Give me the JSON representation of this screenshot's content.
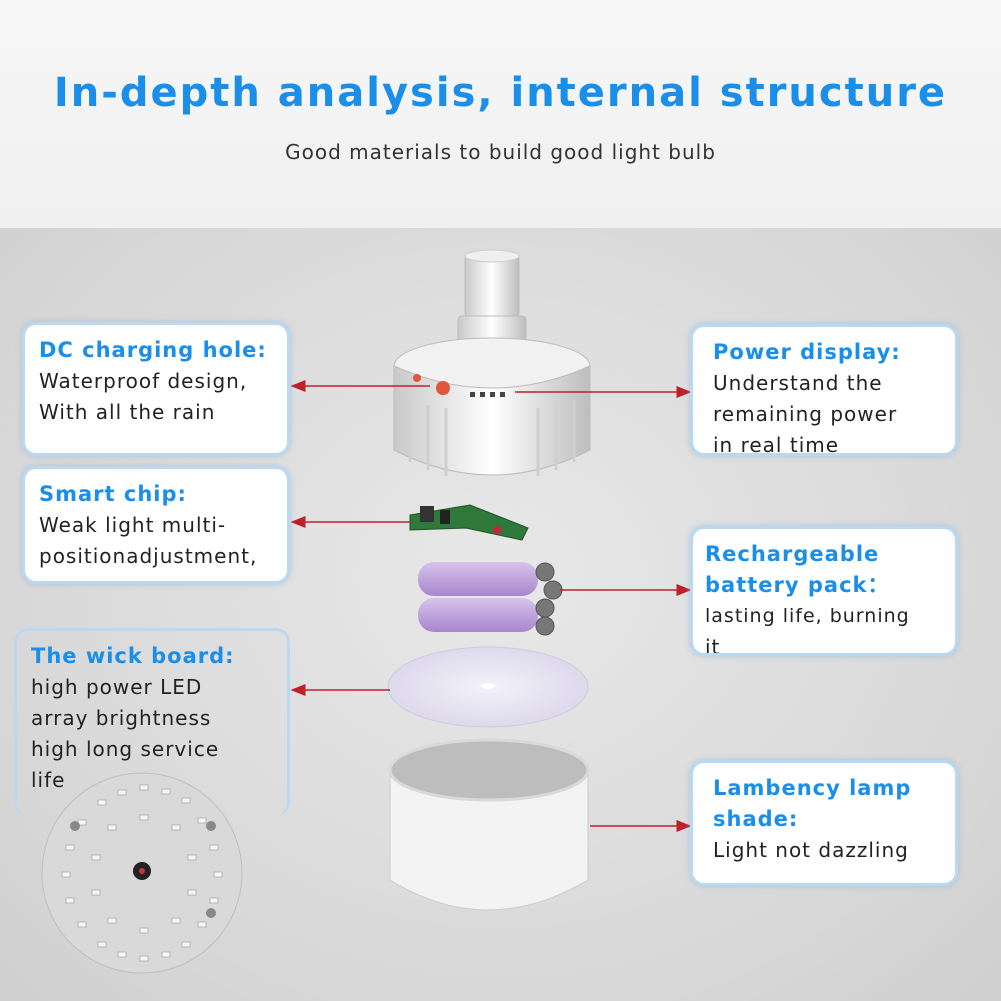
{
  "header": {
    "title": "In-depth analysis, internal structure",
    "subtitle": "Good materials to build good light bulb"
  },
  "callouts": {
    "dc": {
      "title": "DC charging hole:",
      "lines": [
        "Waterproof design,",
        "With all the rain"
      ]
    },
    "chip": {
      "title": "Smart chip:",
      "lines": [
        "Weak light multi-",
        "positionadjustment,"
      ]
    },
    "wick": {
      "title": "The wick board:",
      "lines": [
        "high power LED",
        "array brightness",
        "high long service",
        "life"
      ]
    },
    "power": {
      "title": "Power display:",
      "lines": [
        "Understand the",
        "remaining power",
        "in real time"
      ]
    },
    "battery": {
      "title_lines": [
        "Rechargeable",
        "battery pack："
      ],
      "lines": [
        "lasting life, burning",
        "it"
      ]
    },
    "shade": {
      "title_lines": [
        "Lambency lamp",
        "shade:"
      ],
      "lines": [
        "Light not dazzling"
      ]
    }
  },
  "colors": {
    "title_blue": "#1a8ee8",
    "arrow_red": "#c0202a",
    "battery_purple": "#b79ad6",
    "pcb_green": "#2f7a3a"
  }
}
